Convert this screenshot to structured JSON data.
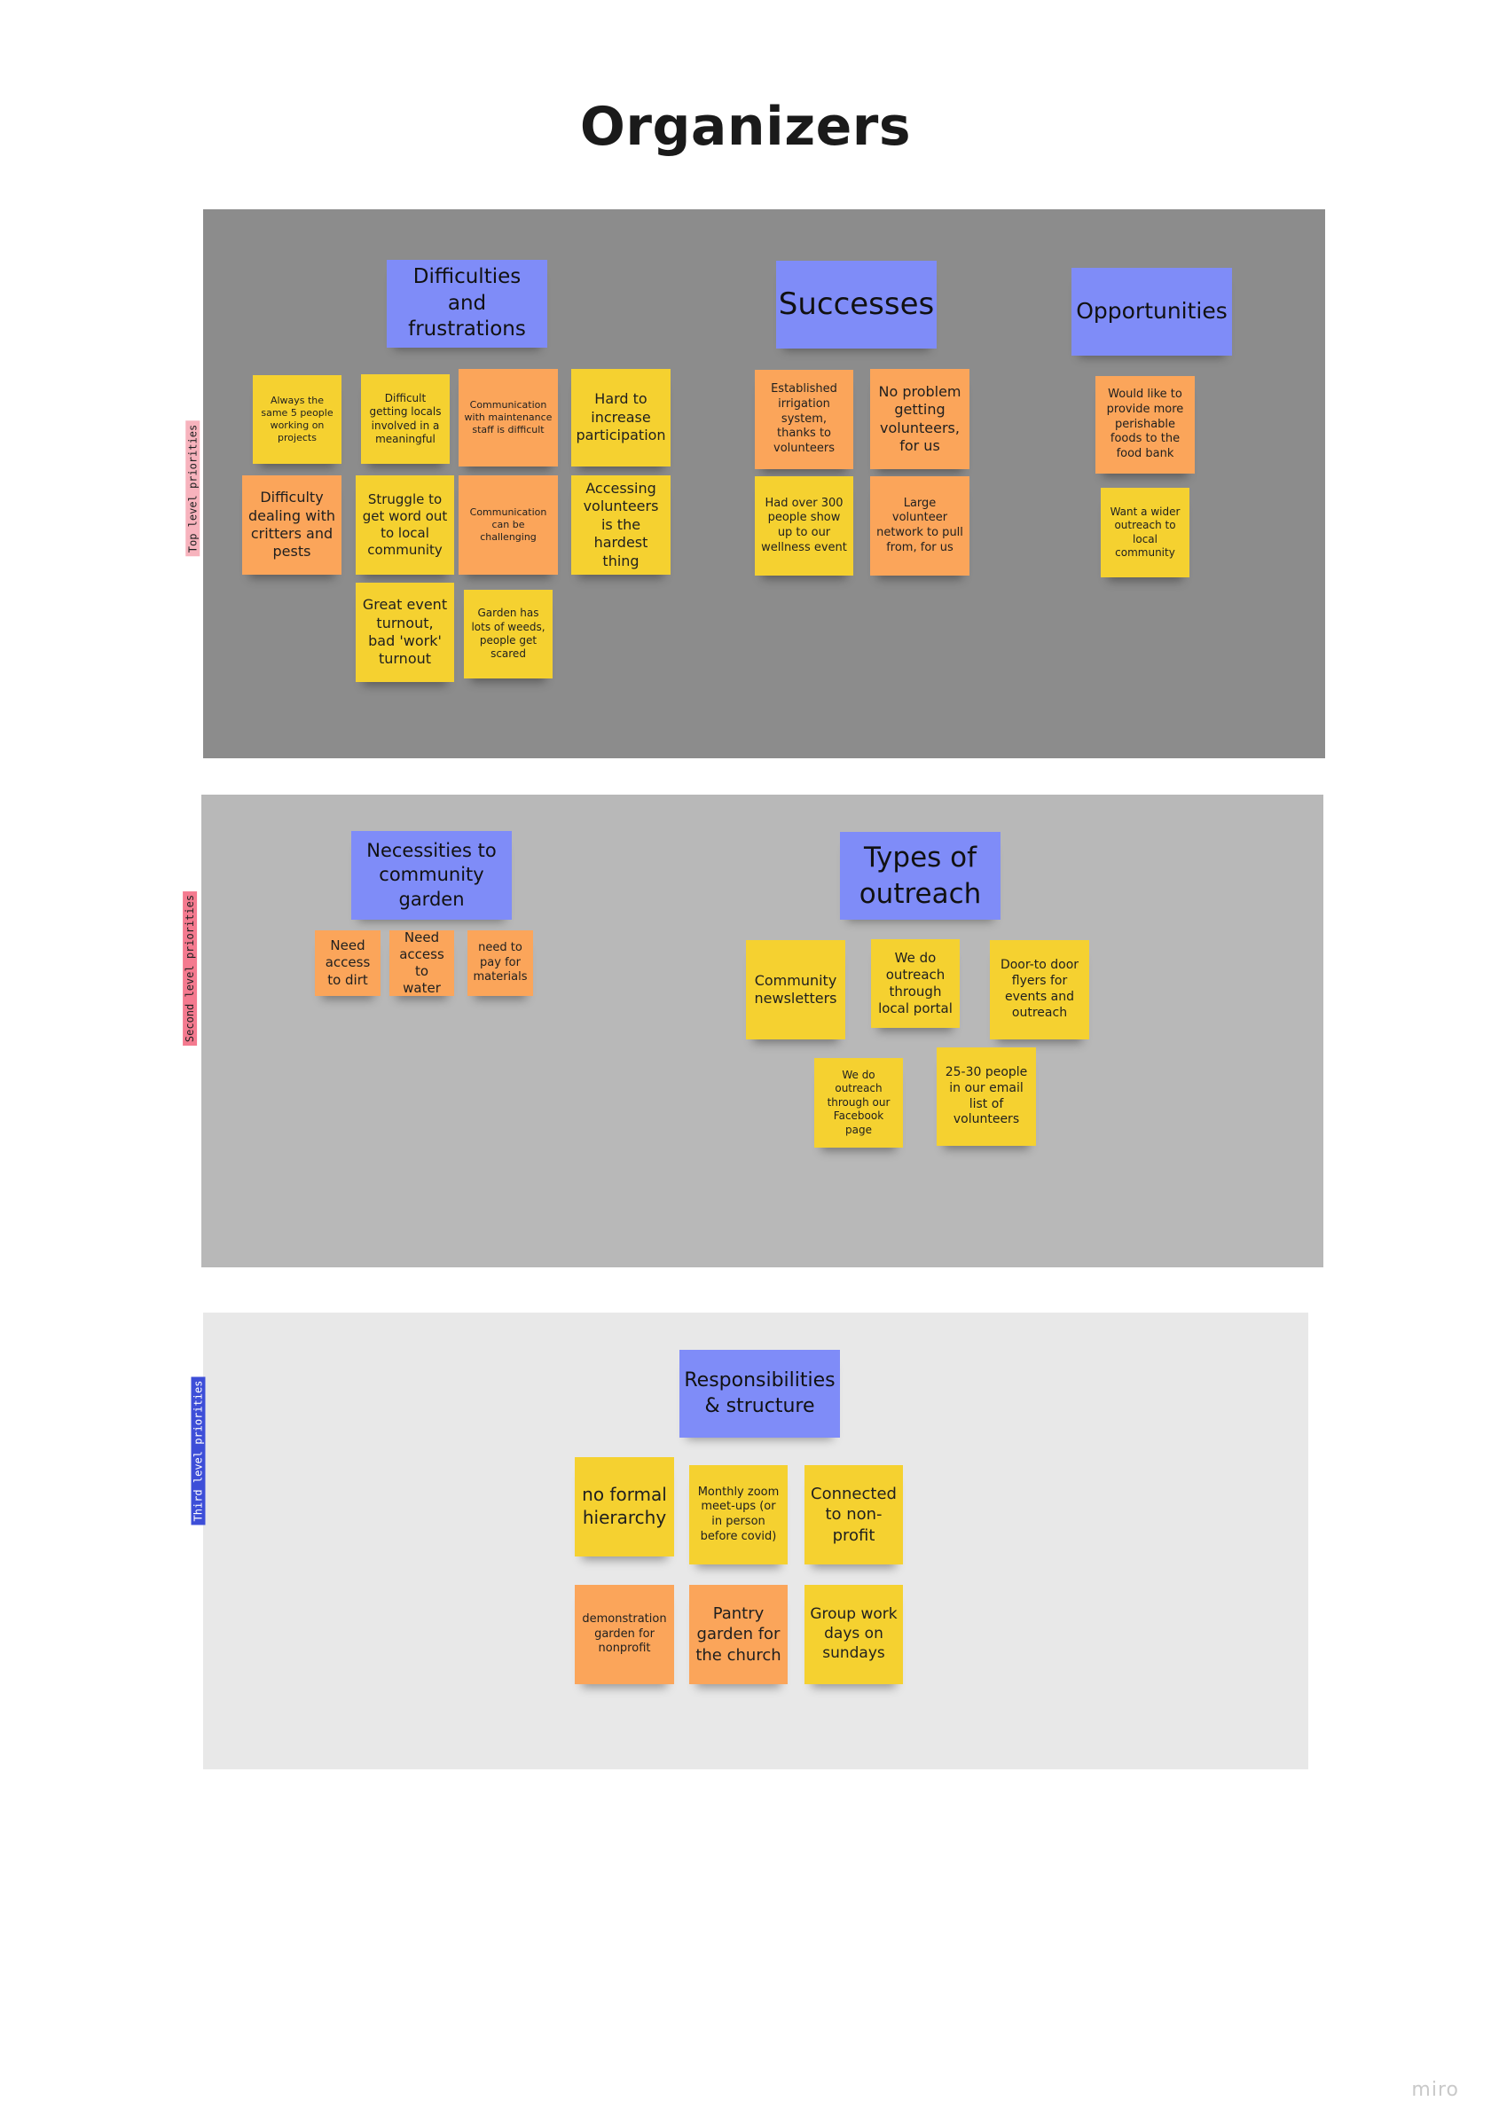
{
  "title": "Organizers",
  "brand": "miro",
  "colors": {
    "header_note": "#7f8cf8",
    "yellow_note": "#f5d130",
    "orange_note": "#fba55a",
    "frame_top": "#8c8c8c",
    "frame_second": "#b8b8b8",
    "frame_third": "#e8e8e8"
  },
  "frames": {
    "top": {
      "label": "Top level priorities",
      "headers": {
        "difficulties": "Difficulties and frustrations",
        "successes": "Successes",
        "opportunities": "Opportunities"
      },
      "difficulties": [
        "Always the same 5 people working on projects",
        "Difficult getting locals involved in a meaningful",
        "Communication with maintenance staff is difficult",
        "Hard to increase participation",
        "Difficulty dealing with critters and pests",
        "Struggle to get word out to local community",
        "Communication can be challenging",
        "Accessing volunteers is the hardest thing",
        "Great event turnout, bad 'work' turnout",
        "Garden has lots of weeds, people get scared"
      ],
      "successes": [
        "Established irrigation system, thanks to volunteers",
        "No problem getting volunteers, for us",
        "Had over 300 people show up to our wellness event",
        "Large volunteer network to pull from, for us"
      ],
      "opportunities": [
        "Would like to provide more perishable foods to the food bank",
        "Want a wider outreach to local community"
      ]
    },
    "second": {
      "label": "Second level priorities",
      "headers": {
        "necessities": "Necessities to community garden",
        "outreach": "Types of outreach"
      },
      "necessities": [
        "Need access to dirt",
        "Need access to water",
        "need to pay for materials"
      ],
      "outreach": [
        "Community newsletters",
        "We do outreach through local portal",
        "Door-to door flyers for events and outreach",
        "We do outreach through our Facebook page",
        "25-30 people in our email list of volunteers"
      ]
    },
    "third": {
      "label": "Third level priorities",
      "headers": {
        "responsibilities": "Responsibilities & structure"
      },
      "responsibilities": [
        "no formal hierarchy",
        "Monthly zoom meet-ups (or in person before covid)",
        "Connected to non-profit",
        "demonstration garden for nonprofit",
        "Pantry garden for the church",
        "Group work days on sundays"
      ]
    }
  }
}
